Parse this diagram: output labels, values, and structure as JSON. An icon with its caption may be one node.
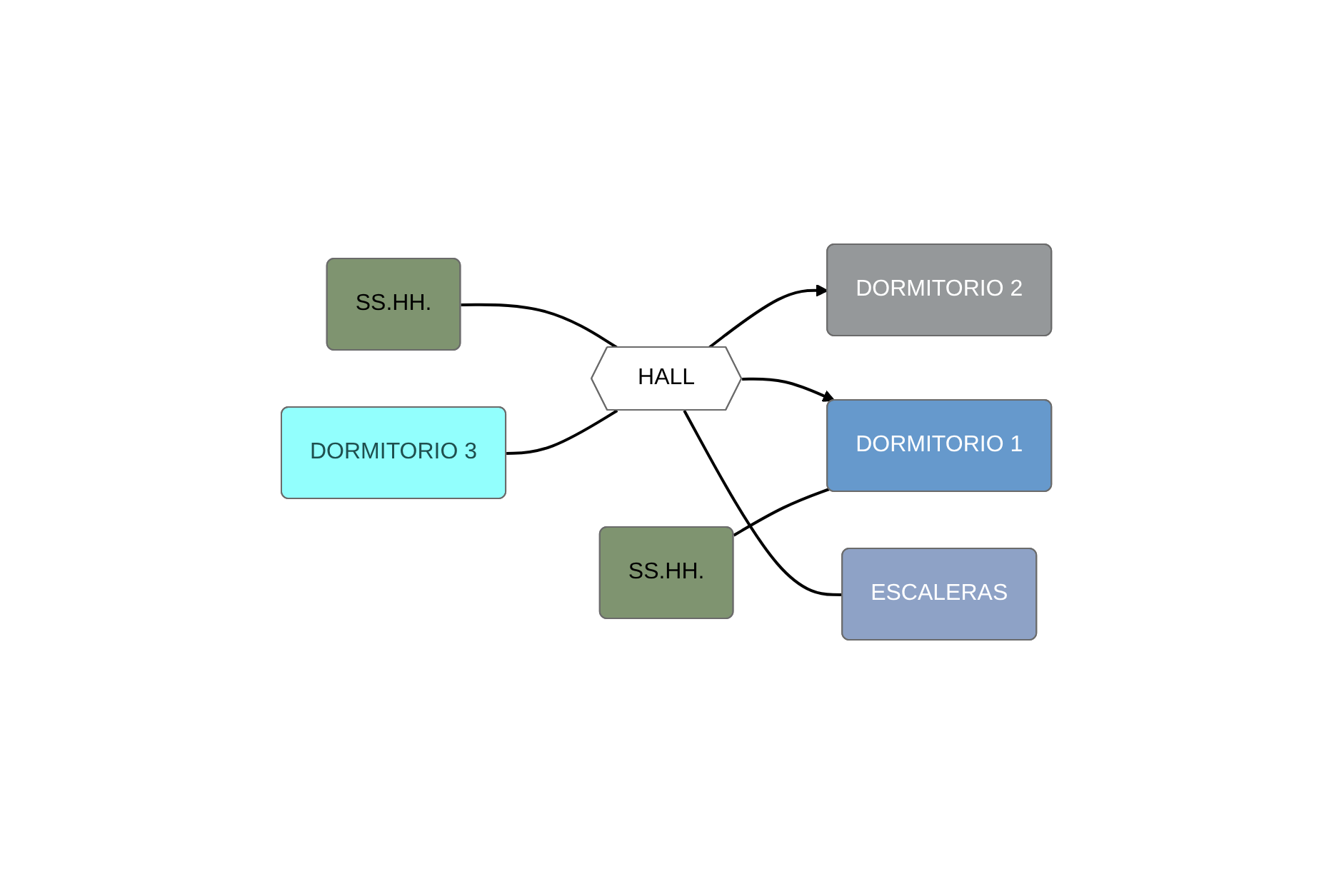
{
  "diagram": {
    "nodes": [
      {
        "text": [
          "DORMITORIO 2"
        ]
      },
      {
        "text": [
          "SS.HH."
        ]
      },
      {
        "text": [
          "SS.HH."
        ]
      },
      {
        "text": [
          "HALL"
        ]
      },
      {
        "text": [
          "DORMITORIO 1"
        ]
      },
      {
        "text": [
          "DORMITORIO 3"
        ]
      },
      {
        "text": [
          "ESCALERAS"
        ]
      }
    ],
    "edges": [
      {
        "from": 3,
        "to": 0,
        "arrow": "to"
      },
      {
        "from": 3,
        "to": 4,
        "arrow": "to"
      },
      {
        "from": 1,
        "to": 3,
        "arrow": "none"
      },
      {
        "from": 2,
        "to": 4,
        "arrow": "none"
      },
      {
        "from": 3,
        "to": 6,
        "arrow": "none"
      },
      {
        "from": 5,
        "to": 3,
        "arrow": "none"
      }
    ]
  }
}
